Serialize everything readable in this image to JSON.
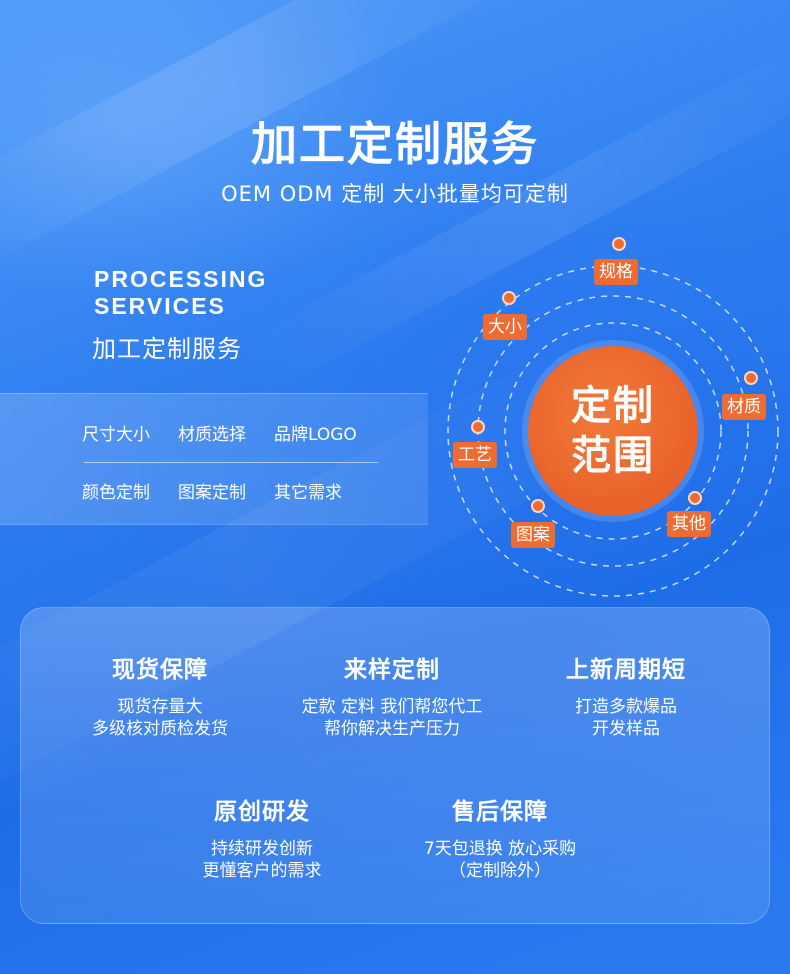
{
  "header": {
    "title": "加工定制服务",
    "subtitle": "OEM ODM 定制 大小批量均可定制"
  },
  "processing": {
    "en_line1": "PROCESSING",
    "en_line2": "SERVICES",
    "cn": "加工定制服务"
  },
  "options": {
    "row1": [
      "尺寸大小",
      "材质选择",
      "品牌LOGO"
    ],
    "row2": [
      "颜色定制",
      "图案定制",
      "其它需求"
    ]
  },
  "scope": {
    "center_line1": "定制",
    "center_line2": "范围",
    "tags": [
      "规格",
      "大小",
      "材质",
      "工艺",
      "其他",
      "图案"
    ]
  },
  "features": [
    {
      "title": "现货保障",
      "line1": "现货存量大",
      "line2": "多级核对质检发货"
    },
    {
      "title": "来样定制",
      "line1": "定款 定料 我们帮您代工",
      "line2": "帮你解决生产压力"
    },
    {
      "title": "上新周期短",
      "line1": "打造多款爆品",
      "line2": "开发样品"
    },
    {
      "title": "原创研发",
      "line1": "持续研发创新",
      "line2": "更懂客户的需求"
    },
    {
      "title": "售后保障",
      "line1": "7天包退换 放心采购",
      "line2": "（定制除外）"
    }
  ],
  "colors": {
    "accent_orange": "#ee6b32",
    "background_blue": "#2f7ff0"
  }
}
